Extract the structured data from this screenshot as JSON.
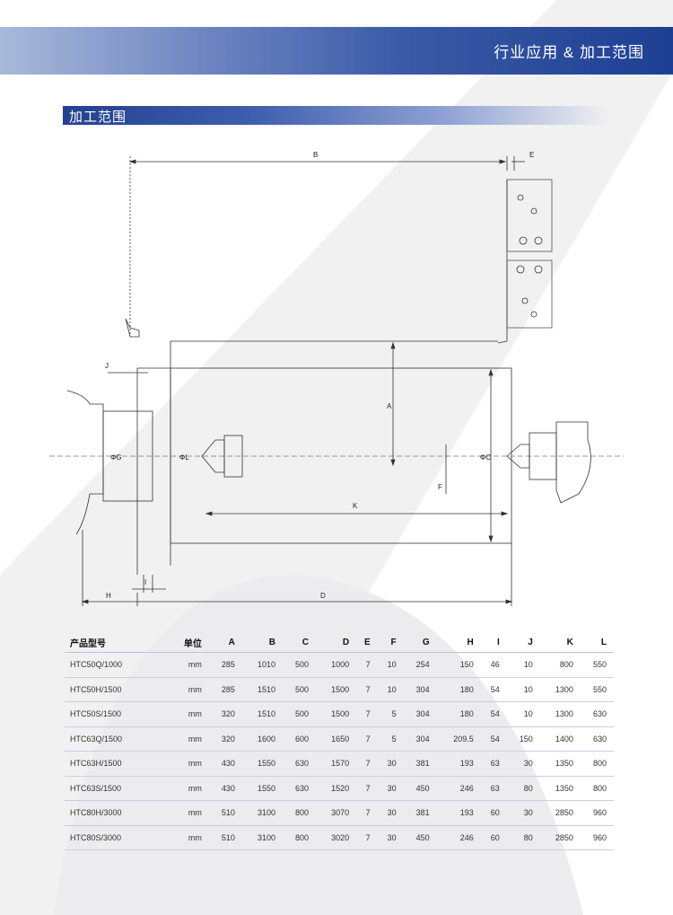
{
  "header": {
    "title": "行业应用 & 加工范围"
  },
  "section": {
    "title": "加工范围"
  },
  "diagram": {
    "dims": {
      "B": "B",
      "E": "E",
      "A": "A",
      "C": "ΦC",
      "L": "ΦL",
      "G": "ΦG",
      "F": "F",
      "K": "K",
      "J": "J",
      "I": "I",
      "H": "H",
      "D": "D"
    }
  },
  "table": {
    "headers": [
      "产品型号",
      "单位",
      "A",
      "B",
      "C",
      "D",
      "E",
      "F",
      "G",
      "H",
      "I",
      "J",
      "K",
      "L"
    ],
    "rows": [
      [
        "HTC50Q/1000",
        "mm",
        "285",
        "1010",
        "500",
        "1000",
        "7",
        "10",
        "254",
        "150",
        "46",
        "10",
        "800",
        "550"
      ],
      [
        "HTC50H/1500",
        "mm",
        "285",
        "1510",
        "500",
        "1500",
        "7",
        "10",
        "304",
        "180",
        "54",
        "10",
        "1300",
        "550"
      ],
      [
        "HTC50S/1500",
        "mm",
        "320",
        "1510",
        "500",
        "1500",
        "7",
        "5",
        "304",
        "180",
        "54",
        "10",
        "1300",
        "630"
      ],
      [
        "HTC63Q/1500",
        "mm",
        "320",
        "1600",
        "600",
        "1650",
        "7",
        "5",
        "304",
        "209.5",
        "54",
        "150",
        "1400",
        "630"
      ],
      [
        "HTC63H/1500",
        "mm",
        "430",
        "1550",
        "630",
        "1570",
        "7",
        "30",
        "381",
        "193",
        "63",
        "30",
        "1350",
        "800"
      ],
      [
        "HTC63S/1500",
        "mm",
        "430",
        "1550",
        "630",
        "1520",
        "7",
        "30",
        "450",
        "246",
        "63",
        "80",
        "1350",
        "800"
      ],
      [
        "HTC80H/3000",
        "mm",
        "510",
        "3100",
        "800",
        "3070",
        "7",
        "30",
        "381",
        "193",
        "60",
        "30",
        "2850",
        "960"
      ],
      [
        "HTC80S/3000",
        "mm",
        "510",
        "3100",
        "800",
        "3020",
        "7",
        "30",
        "450",
        "246",
        "60",
        "80",
        "2850",
        "960"
      ]
    ]
  }
}
